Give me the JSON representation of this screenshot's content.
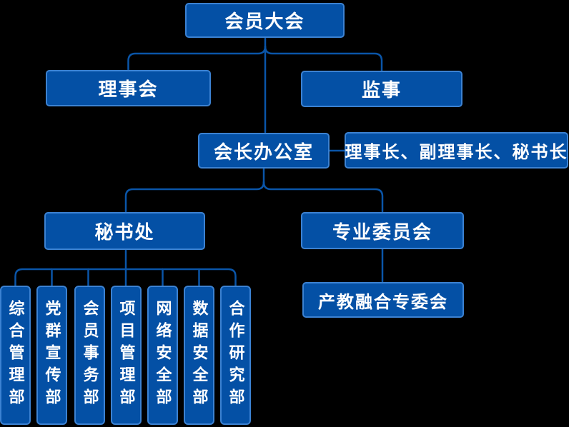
{
  "colors": {
    "box_fill": "#0450A5",
    "box_border": "#3C82D2",
    "line": "#0A55A8",
    "text_color": "#FFFFFF",
    "background": "#000000"
  },
  "org": {
    "root": "会员大会",
    "council": "理事会",
    "supervisor": "监事",
    "president_office": "会长办公室",
    "office_members": "理事长、副理事长、秘书长",
    "secretariat": "秘书处",
    "professional_committee": "专业委员会",
    "special_committee": "产教融合专委会",
    "departments": [
      "综合管理部",
      "党群宣传部",
      "会员事务部",
      "项目管理部",
      "网络安全部",
      "数据安全部",
      "合作研究部"
    ]
  }
}
